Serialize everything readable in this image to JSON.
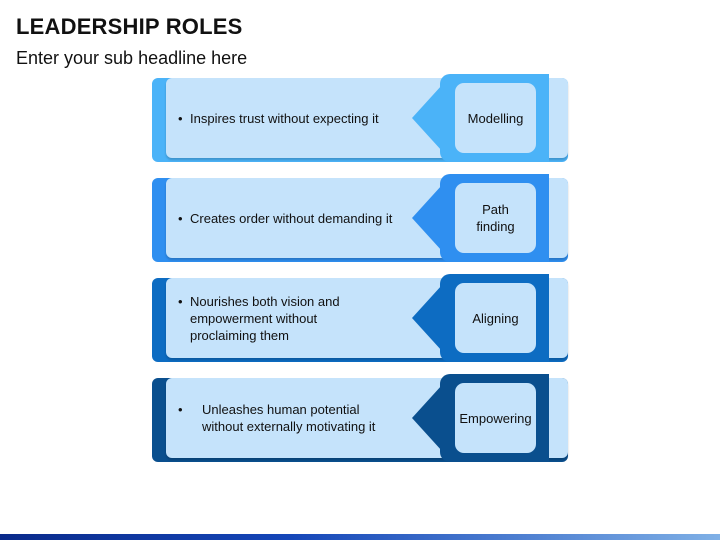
{
  "header": {
    "title": "LEADERSHIP ROLES",
    "subtitle": "Enter your sub headline here"
  },
  "bullet_glyph": "•",
  "roles": [
    {
      "text": "Inspires trust without expecting it",
      "label_lines": [
        "Modelling"
      ],
      "color": "#4bb3f8"
    },
    {
      "text": "Creates order without demanding it",
      "label_lines": [
        "Path",
        "finding"
      ],
      "color": "#2f8ff0"
    },
    {
      "text_lines": [
        "Nourishes both vision and",
        "empowerment without",
        "proclaiming them"
      ],
      "label_lines": [
        "Aligning"
      ],
      "color": "#0d6cc2"
    },
    {
      "text_lines": [
        "Unleashes human potential",
        "without externally motivating it"
      ],
      "label_lines": [
        "Empowering"
      ],
      "color": "#0a4f8e"
    }
  ],
  "footer_colors": [
    "#0a2a8a",
    "#7fb0e6"
  ]
}
